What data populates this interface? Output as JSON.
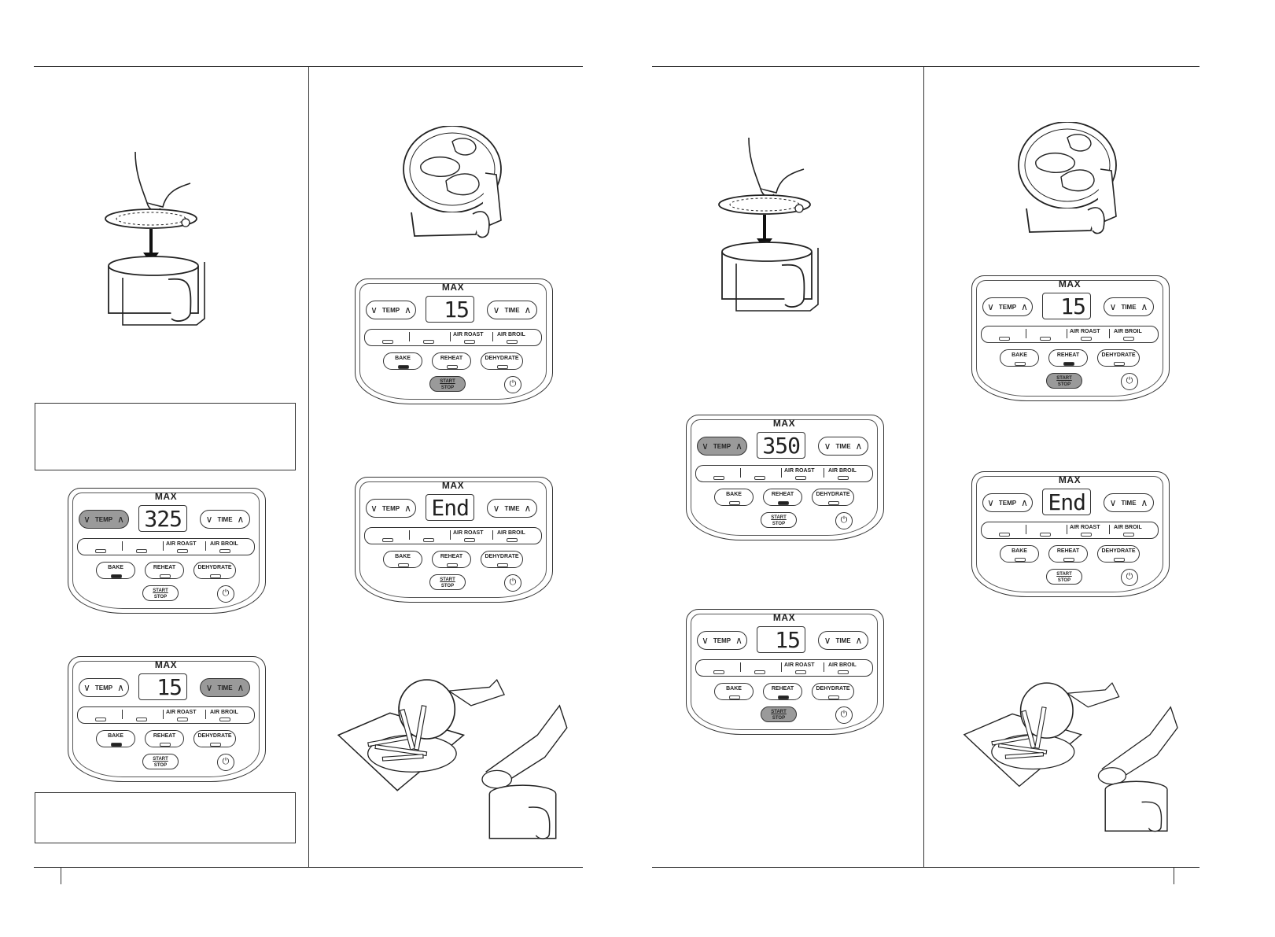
{
  "panel_labels": {
    "max": "MAX",
    "temp": "TEMP",
    "time": "TIME",
    "air_roast": "AIR ROAST",
    "air_broil": "AIR BROIL",
    "bake": "BAKE",
    "reheat": "REHEAT",
    "dehydrate": "DEHYDRATE",
    "start": "START",
    "stop": "STOP",
    "chevron_down": "∨",
    "chevron_up": "∧",
    "power_glyph": "⏻"
  },
  "panels": [
    {
      "id": "p1",
      "display": "325",
      "active": "temp",
      "selected_fn": "bake"
    },
    {
      "id": "p2",
      "display": "15",
      "active": "time",
      "selected_fn": "bake"
    },
    {
      "id": "p3",
      "display": "15",
      "active": "start",
      "selected_fn": "bake"
    },
    {
      "id": "p4",
      "display": "End",
      "active": "none",
      "selected_fn": "none"
    },
    {
      "id": "p5",
      "display": "350",
      "active": "temp",
      "selected_fn": "reheat"
    },
    {
      "id": "p6",
      "display": "15",
      "active": "start",
      "selected_fn": "reheat"
    },
    {
      "id": "p7",
      "display": "15",
      "active": "start",
      "selected_fn": "reheat"
    },
    {
      "id": "p8",
      "display": "End",
      "active": "none",
      "selected_fn": "none"
    }
  ],
  "illustrations": [
    {
      "id": "i1",
      "icon": "crisper-plate-insert-icon"
    },
    {
      "id": "i2",
      "icon": "basket-with-chicken-icon"
    },
    {
      "id": "i3",
      "icon": "remove-food-with-tongs-icon"
    },
    {
      "id": "i4",
      "icon": "crisper-plate-insert-icon"
    },
    {
      "id": "i5",
      "icon": "basket-with-chicken-icon"
    },
    {
      "id": "i6",
      "icon": "remove-food-with-tongs-icon"
    }
  ]
}
